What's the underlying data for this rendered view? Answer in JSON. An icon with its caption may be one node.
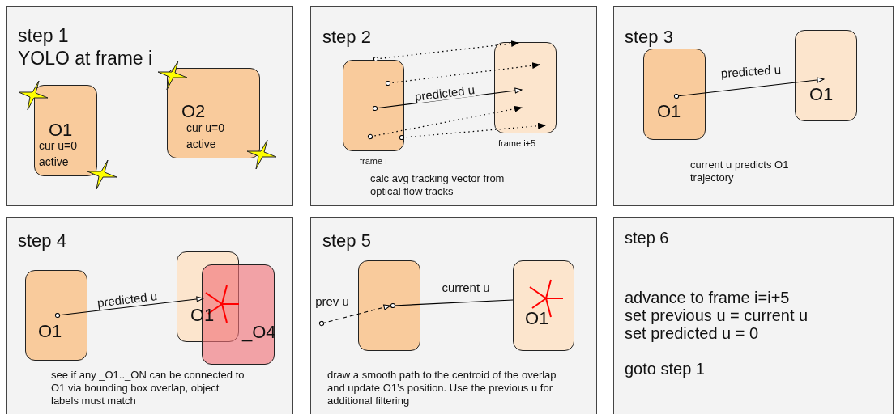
{
  "diagram": {
    "nodes": [
      {
        "text": [
          "step 1",
          "YOLO at frame i"
        ]
      },
      {
        "text": [
          "O1",
          "cur u=0 active"
        ],
        "in": 0
      },
      {
        "text": [
          "O2",
          "cur u=0 active"
        ],
        "in": 0
      },
      {
        "text": [
          "step 2",
          "calc avg tracking vector from optical flow tracks"
        ]
      },
      {
        "text": [],
        "shape": "box",
        "in": 3,
        "beside": [
          "frame i"
        ]
      },
      {
        "text": [],
        "shape": "box",
        "in": 3,
        "beside": [
          "frame i+5"
        ]
      },
      {
        "text": [
          "step 3",
          "current u predicts O1 trajectory"
        ]
      },
      {
        "text": [
          "O1"
        ],
        "in": 6
      },
      {
        "text": [
          "O1"
        ],
        "in": 6
      },
      {
        "text": [
          "step 4",
          "see if any _O1.._ON can be connected to O1 via bounding box overlap, object labels must match"
        ]
      },
      {
        "text": [
          "O1"
        ],
        "in": 9
      },
      {
        "text": [
          "O1"
        ],
        "in": 9
      },
      {
        "text": [
          "_O4"
        ],
        "in": 9
      },
      {
        "text": [
          "step 5",
          "draw a smooth path to the centroid of the overlap and update O1’s position. Use the previous u for additional filtering"
        ]
      },
      {
        "text": [],
        "shape": "box",
        "in": 13
      },
      {
        "text": [
          "O1"
        ],
        "in": 13
      },
      {
        "text": [
          "step 6",
          "advance to frame i=i+5",
          "set previous u = current u",
          "set predicted u = 0",
          "goto step 1"
        ]
      }
    ],
    "edges": [
      {
        "from": 4,
        "to": 5,
        "arrow": "to",
        "style": "dashed"
      },
      {
        "from": 4,
        "to": 5,
        "arrow": "to",
        "style": "dashed"
      },
      {
        "from": 4,
        "to": 5,
        "label": "predicted u",
        "arrow": "to"
      },
      {
        "from": 4,
        "to": 5,
        "arrow": "to",
        "style": "dashed"
      },
      {
        "from": 4,
        "to": 5,
        "arrow": "to",
        "style": "dashed"
      },
      {
        "from": 7,
        "to": 8,
        "label": "predicted u",
        "arrow": "to"
      },
      {
        "from": 10,
        "to": 11,
        "label": "predicted u",
        "arrow": "to"
      },
      {
        "from": null,
        "to": 14,
        "label": "prev u",
        "arrow": "to",
        "style": "dashed"
      },
      {
        "from": 14,
        "to": 15,
        "label": "current u",
        "arrow": "other"
      }
    ]
  }
}
